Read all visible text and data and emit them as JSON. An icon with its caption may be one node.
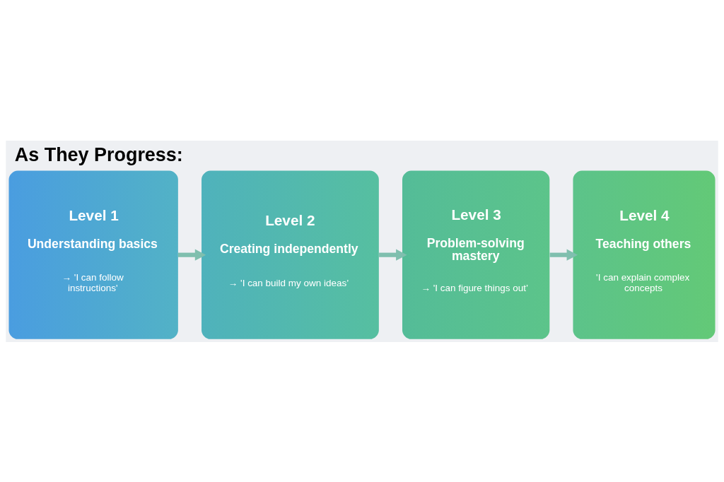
{
  "diagram": {
    "title": "As They Progress:",
    "nodes": [
      {
        "text": [
          "Level 1",
          "Understanding basics",
          "→ 'I can follow instructions'"
        ]
      },
      {
        "text": [
          "Level 2",
          "Creating independently",
          "→ 'I can build my own ideas’"
        ]
      },
      {
        "text": [
          "Level 3",
          "Problem-solving mastery",
          "→ 'I can figure things out’"
        ]
      },
      {
        "text": [
          "Level 4",
          "Teaching others",
          "'I can explain complex concepts"
        ]
      }
    ],
    "edges": [
      {
        "from": 0,
        "to": 1,
        "arrow": "to"
      },
      {
        "from": 1,
        "to": 2,
        "arrow": "to"
      },
      {
        "from": 2,
        "to": 3,
        "arrow": "to"
      }
    ]
  }
}
